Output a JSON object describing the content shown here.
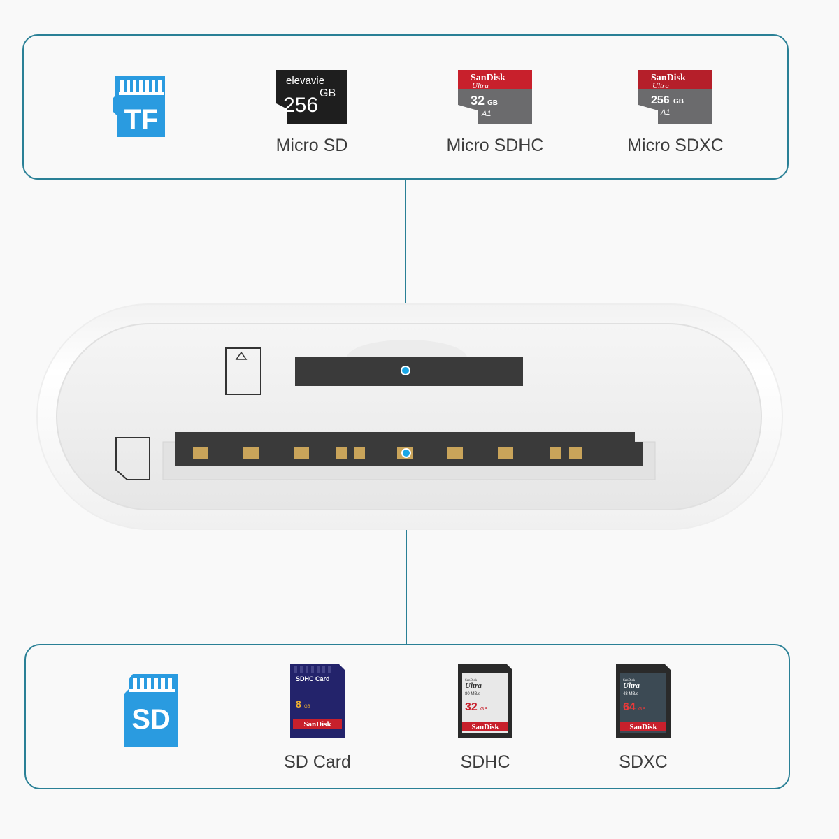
{
  "top_panel": {
    "items": [
      {
        "icon": "tf-card-icon",
        "icon_text": "TF",
        "label": ""
      },
      {
        "icon": "micro-sd-card-icon",
        "brand": "elevavie",
        "capacity": "256",
        "unit": "GB",
        "label": "Micro SD"
      },
      {
        "icon": "micro-sdhc-card-icon",
        "brand": "SanDisk",
        "line": "Ultra",
        "capacity": "32",
        "unit": "GB",
        "speed": "A1",
        "label": "Micro SDHC"
      },
      {
        "icon": "micro-sdxc-card-icon",
        "brand": "SanDisk",
        "line": "Ultra",
        "capacity": "256",
        "unit": "GB",
        "speed": "A1",
        "label": "Micro SDXC"
      }
    ]
  },
  "bottom_panel": {
    "items": [
      {
        "icon": "sd-card-icon",
        "icon_text": "SD",
        "label": ""
      },
      {
        "icon": "sdhc-card-blue-icon",
        "brand": "SanDisk",
        "title": "SDHC Card",
        "capacity": "8",
        "unit": "GB",
        "label": "SD Card"
      },
      {
        "icon": "sdhc-ultra-card-icon",
        "brand": "SanDisk",
        "line": "Ultra",
        "speed": "80 MB/s",
        "capacity": "32",
        "unit": "GB",
        "label": "SDHC"
      },
      {
        "icon": "sdxc-ultra-card-icon",
        "brand": "SanDisk",
        "line": "Ultra",
        "speed": "48 MB/s",
        "capacity": "64",
        "unit": "GB",
        "label": "SDXC"
      }
    ]
  },
  "colors": {
    "accent": "#2a8096",
    "dot": "#1aa7e6",
    "tf_blue": "#2a9be0",
    "sandisk_red": "#c8202c"
  }
}
